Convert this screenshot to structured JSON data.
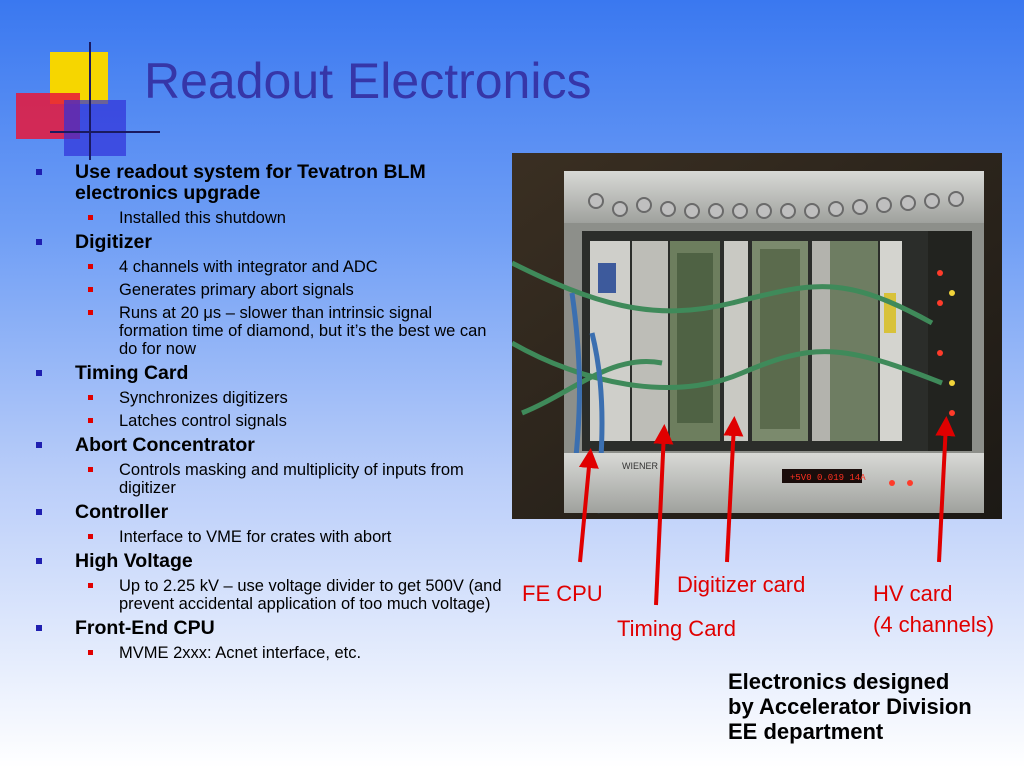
{
  "slide": {
    "title": "Readout Electronics",
    "bullets": [
      {
        "text": "Use readout system for Tevatron BLM electronics upgrade",
        "subs": [
          "Installed this shutdown"
        ]
      },
      {
        "text": "Digitizer",
        "subs": [
          "4 channels with integrator and ADC",
          "Generates primary abort signals",
          "Runs at 20 μs – slower than intrinsic signal formation time of diamond, but it’s the best we can do for now"
        ]
      },
      {
        "text": "Timing Card",
        "subs": [
          "Synchronizes digitizers",
          "Latches control signals"
        ]
      },
      {
        "text": "Abort Concentrator",
        "subs": [
          "Controls masking and multiplicity of inputs from digitizer"
        ]
      },
      {
        "text": "Controller",
        "subs": [
          "Interface to VME for crates with abort"
        ]
      },
      {
        "text": "High Voltage",
        "subs": [
          "Up to 2.25 kV – use voltage divider to get 500V (and prevent accidental application of too much voltage)"
        ]
      },
      {
        "text": "Front-End CPU",
        "subs": [
          "MVME 2xxx: Acnet interface, etc."
        ]
      }
    ],
    "callouts": {
      "fe_cpu": "FE CPU",
      "timing_card": "Timing Card",
      "digitizer_card": "Digitizer card",
      "hv_card_line1": "HV card",
      "hv_card_line2": "(4 channels)"
    },
    "footer": {
      "line1": "Electronics designed",
      "line2": "by Accelerator Division",
      "line3": "EE department"
    },
    "display_readout": "+5V0 0.019 14A",
    "crate_label": "WIENER",
    "colors": {
      "title": "#3636a8",
      "callout": "#e00000",
      "bullet_l1": "#1f1fb0",
      "bullet_l2": "#e00000"
    }
  }
}
